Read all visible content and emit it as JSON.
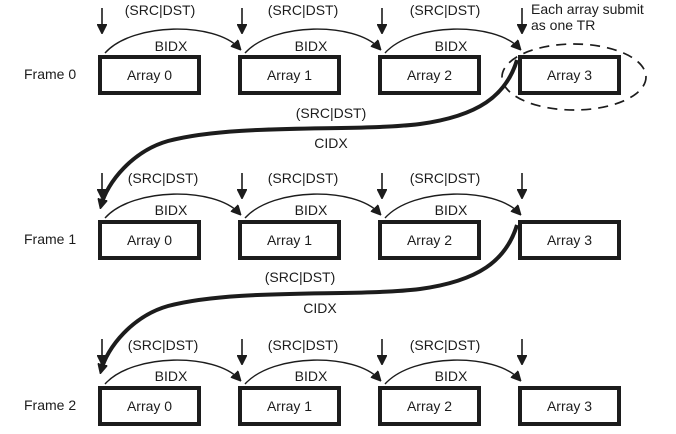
{
  "colors": {
    "ink": "#1c1c1c",
    "background": "#ffffff"
  },
  "note": {
    "line1": "Each array submit",
    "line2": "as one TR"
  },
  "labels": {
    "src_dst": "(SRC|DST)",
    "bidx": "BIDX",
    "cidx": "CIDX"
  },
  "frames": [
    {
      "label": "Frame 0",
      "arrays": [
        "Array 0",
        "Array 1",
        "Array 2",
        "Array 3"
      ]
    },
    {
      "label": "Frame 1",
      "arrays": [
        "Array 0",
        "Array 1",
        "Array 2",
        "Array 3"
      ]
    },
    {
      "label": "Frame 2",
      "arrays": [
        "Array 0",
        "Array 1",
        "Array 2",
        "Array 3"
      ]
    }
  ]
}
